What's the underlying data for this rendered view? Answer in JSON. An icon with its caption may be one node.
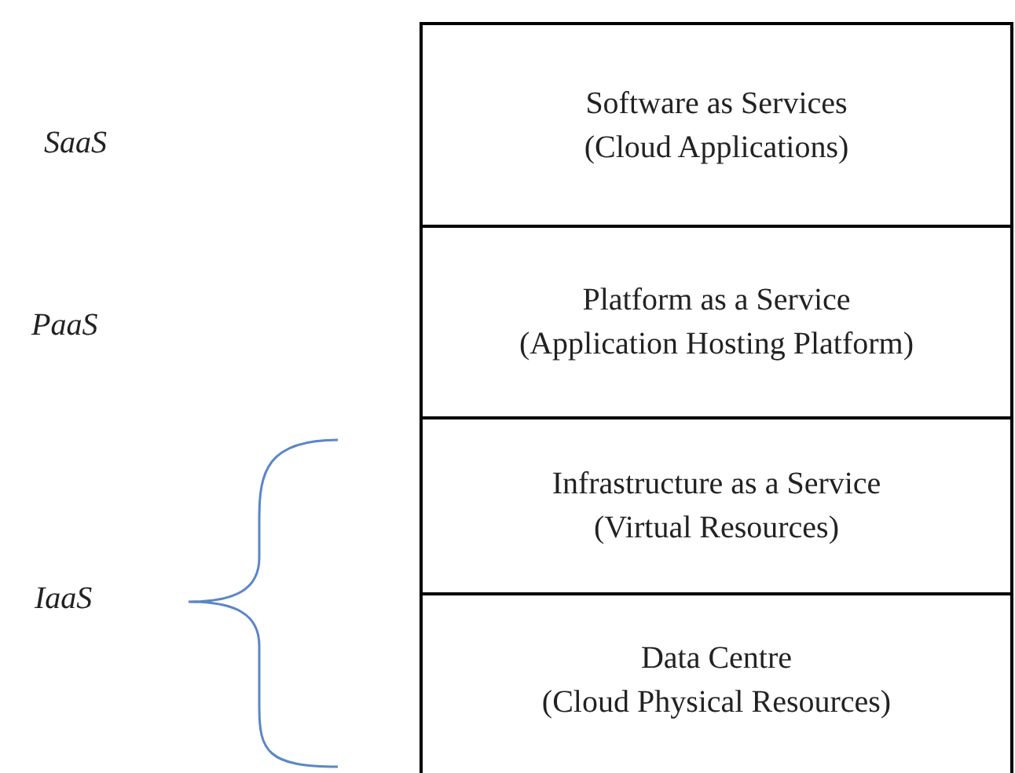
{
  "diagram": {
    "nodes": [
      {
        "text": [
          "Software as Services",
          "(Cloud Applications)"
        ]
      },
      {
        "text": [
          "Platform as a Service",
          "(Application Hosting Platform)"
        ]
      },
      {
        "text": [
          "Infrastructure as a Service",
          "(Virtual Resources)"
        ]
      },
      {
        "text": [
          "Data Centre",
          "(Cloud Physical Resources)"
        ]
      }
    ],
    "labels": [
      "SaaS",
      "PaaS",
      "IaaS"
    ]
  }
}
